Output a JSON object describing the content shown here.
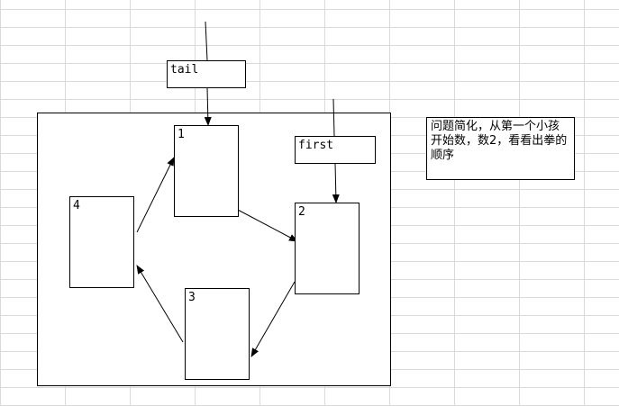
{
  "nodes": {
    "n1": "1",
    "n2": "2",
    "n3": "3",
    "n4": "4"
  },
  "pointers": {
    "tail": "tail",
    "first": "first"
  },
  "note": {
    "text": "问题简化，从第一个小孩开始数，数2，看看出拳的顺序"
  },
  "colors": {
    "grid": "#d9d9d9",
    "stroke": "#000000",
    "background": "#ffffff"
  }
}
